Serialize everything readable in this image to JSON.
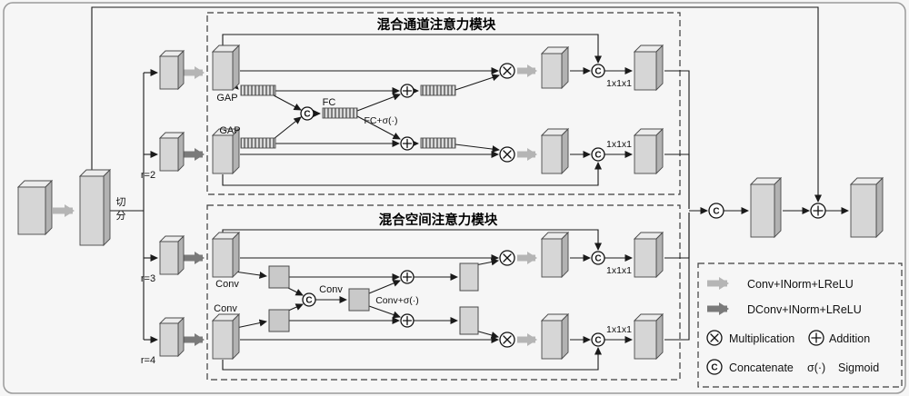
{
  "diagram": {
    "modules": {
      "channel_title": "混合通道注意力模块",
      "spatial_title": "混合空间注意力模块"
    },
    "labels": {
      "split": "切分",
      "gap": "GAP",
      "fc": "FC",
      "fc_sigma": "FC+σ(·)",
      "conv": "Conv",
      "conv_sigma": "Conv+σ(·)",
      "r2": "r=2",
      "r3": "r=3",
      "r4": "r=4",
      "conv111": "1x1x1",
      "concat_symbol": "C"
    },
    "legend": {
      "conv": "Conv+INorm+LReLU",
      "dconv": "DConv+INorm+LReLU",
      "multiplication": "Multiplication",
      "addition": "Addition",
      "concatenate": "Concatenate",
      "sigma": "σ(·)",
      "sigmoid": "Sigmoid"
    },
    "colors": {
      "conv_arrow": "#b5b5b5",
      "dconv_arrow": "#7a7a7a",
      "block_front": "#d6d6d6",
      "block_top": "#ececec",
      "block_side": "#b2b2b2",
      "line": "#1a1a1a",
      "bg": "#f6f6f6"
    }
  }
}
